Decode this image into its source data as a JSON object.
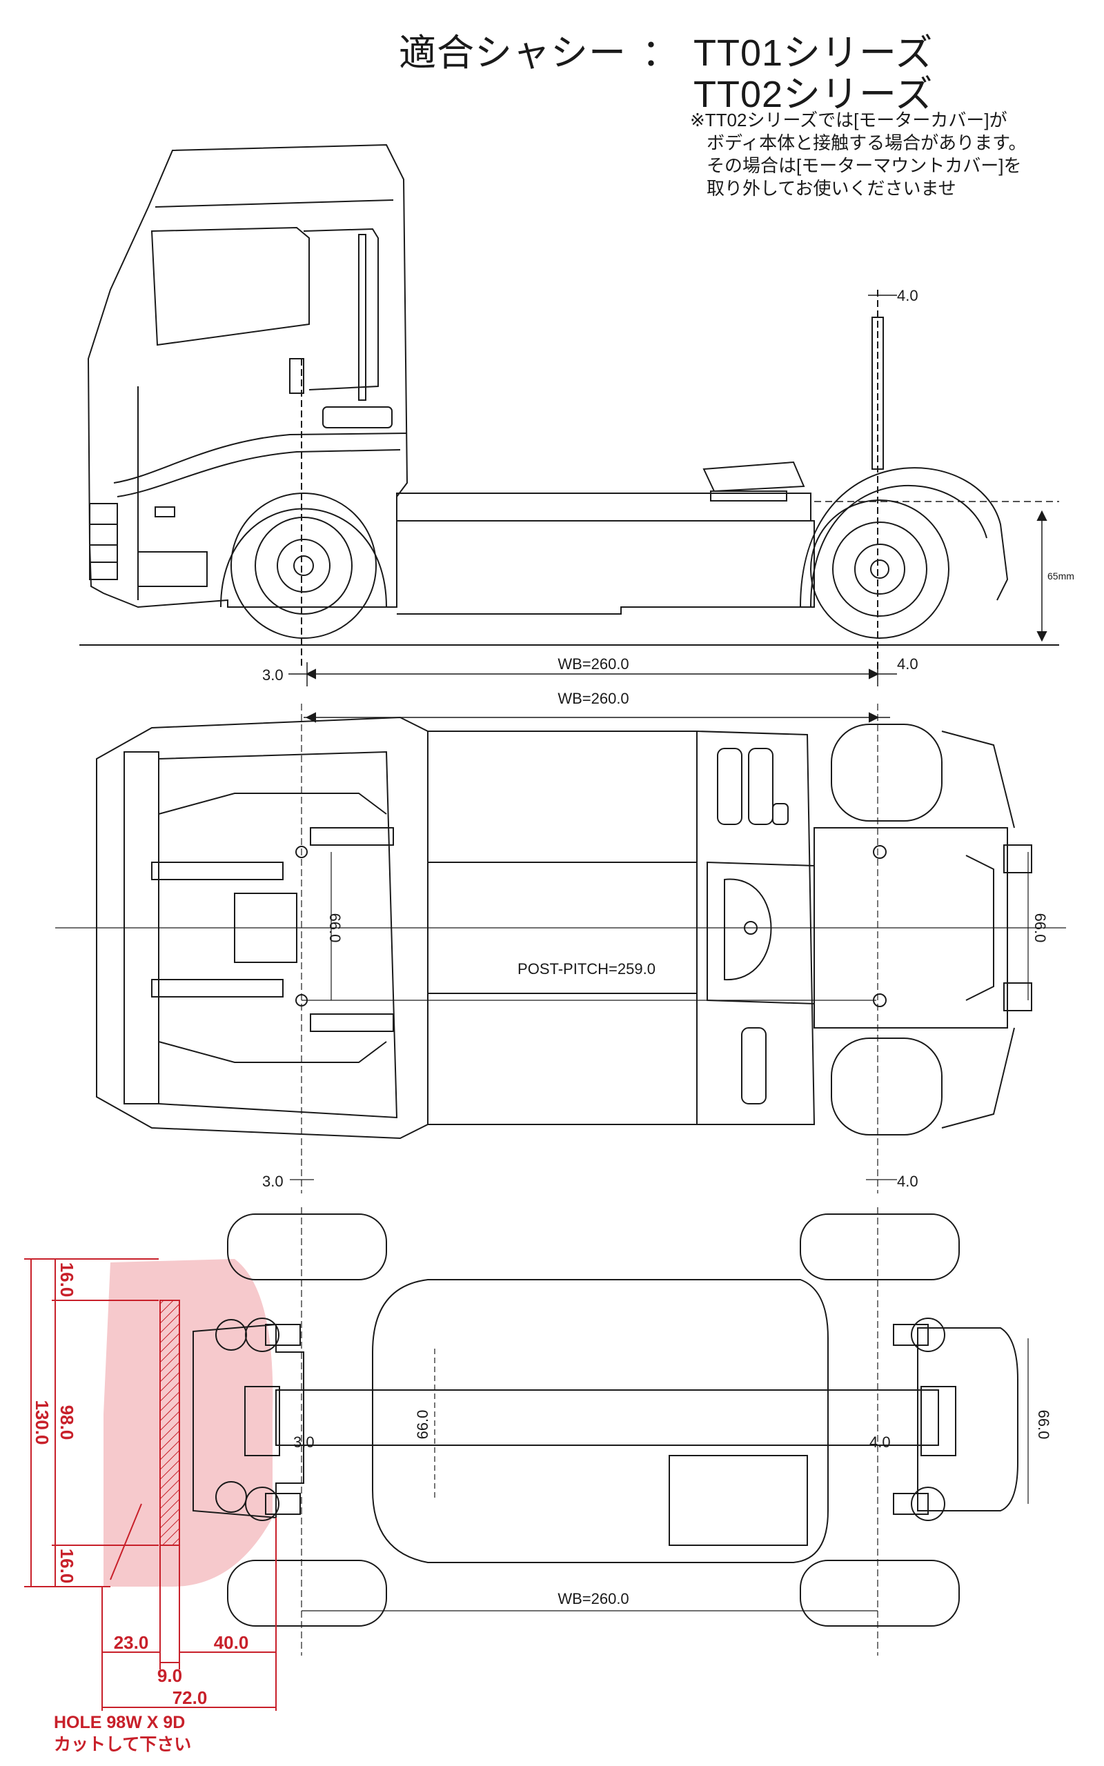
{
  "header": {
    "title_label": "適合シャシー",
    "separator": "：",
    "series_1": "TT01シリーズ",
    "series_2": "TT02シリーズ",
    "note_lines": [
      "※TT02シリーズでは[モーターカバー]が",
      "ボディ本体と接触する場合があります。",
      "その場合は[モーターマウントカバー]を",
      "取り外してお使いくださいませ"
    ]
  },
  "side_view": {
    "dim_top_right": "4.0",
    "dim_height": "65mm",
    "dim_front_offset": "3.0",
    "dim_wheelbase": "WB=260.0",
    "dim_rear_offset": "4.0"
  },
  "top_view": {
    "dim_wheelbase": "WB=260.0",
    "dim_post_width_left": "66.0",
    "dim_post_width_right": "66.0",
    "dim_post_pitch": "POST-PITCH=259.0",
    "dim_front_offset": "3.0",
    "dim_rear_offset": "4.0"
  },
  "chassis_view": {
    "dim_front_offset": "3.0",
    "dim_rear_offset": "4.0",
    "dim_center_width": "66.0",
    "dim_right_width": "66.0",
    "dim_wheelbase": "WB=260.0"
  },
  "cutout": {
    "dim_top": "16.0",
    "dim_mid": "98.0",
    "dim_total": "130.0",
    "dim_bottom": "16.0",
    "dim_a": "23.0",
    "dim_b": "9.0",
    "dim_c": "40.0",
    "dim_d": "72.0",
    "hole_label": "HOLE 98W X 9D",
    "cut_label": "カットして下さい"
  },
  "colors": {
    "line": "#1a1a1a",
    "dim_red": "#c8202a",
    "cut_fill": "#f6c9cc"
  }
}
